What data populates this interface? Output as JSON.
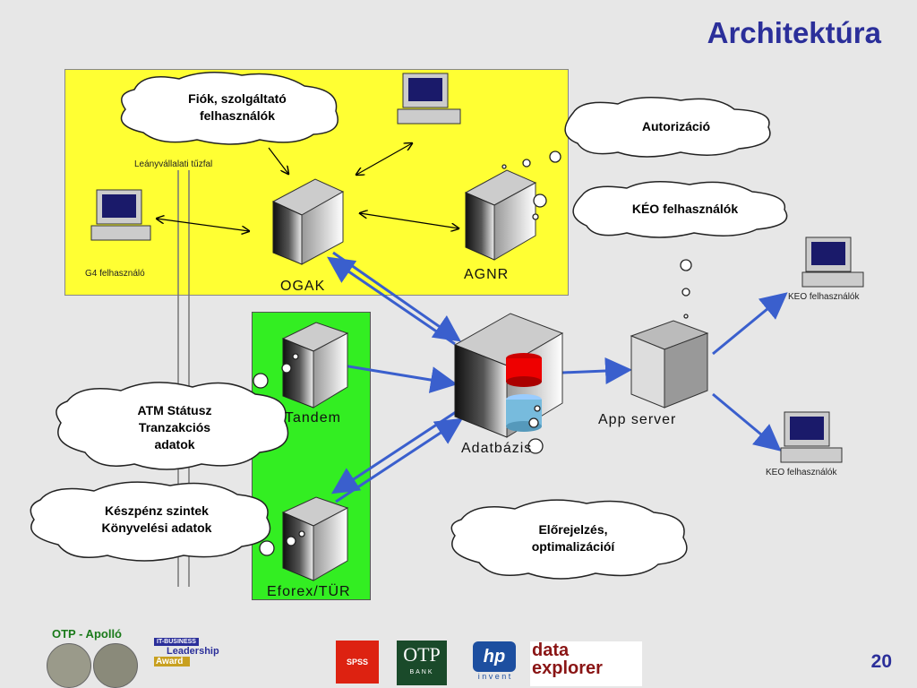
{
  "title": "Architektúra",
  "clouds": {
    "fiok": [
      "Fiók, szolgáltató",
      "felhasználók"
    ],
    "autor": [
      "Autorizáció"
    ],
    "keo": [
      "KÉO felhasználók"
    ],
    "atm": [
      "ATM Státusz",
      "Tranzakciós",
      "adatok"
    ],
    "keszpenz": [
      "Készpénz szintek",
      "Könyvelési adatok"
    ],
    "elore": [
      "Előrejelzés,",
      "optimalizációí"
    ]
  },
  "labels": {
    "firewall": "Leányvállalati tűzfal",
    "g4": "G4 felhasználó",
    "ogak": "OGAK",
    "agnr": "AGNR",
    "tandem": "Tandem",
    "eforex": "Eforex/TÜR",
    "adatbazis": "Adatbázis",
    "appserver": "App server",
    "keo1": "KEO felhasználók",
    "keo2": "KEO felhasználók"
  },
  "footer": {
    "project": "OTP - Apolló",
    "award_top": "IT-BUSINESS",
    "award_line1": "Leadership",
    "award_line2": "Award",
    "spss": "SPSS",
    "otp_logo": "OTP",
    "bank": "BANK",
    "hp": "hp",
    "invent": "i n v e n t",
    "data": "data",
    "explorer": "explorer",
    "page": "20"
  },
  "colors": {
    "title": "#2b2f9a",
    "yellow": "#ffff33",
    "green": "#33ee22",
    "arrow_blue": "#3a5fcd"
  }
}
